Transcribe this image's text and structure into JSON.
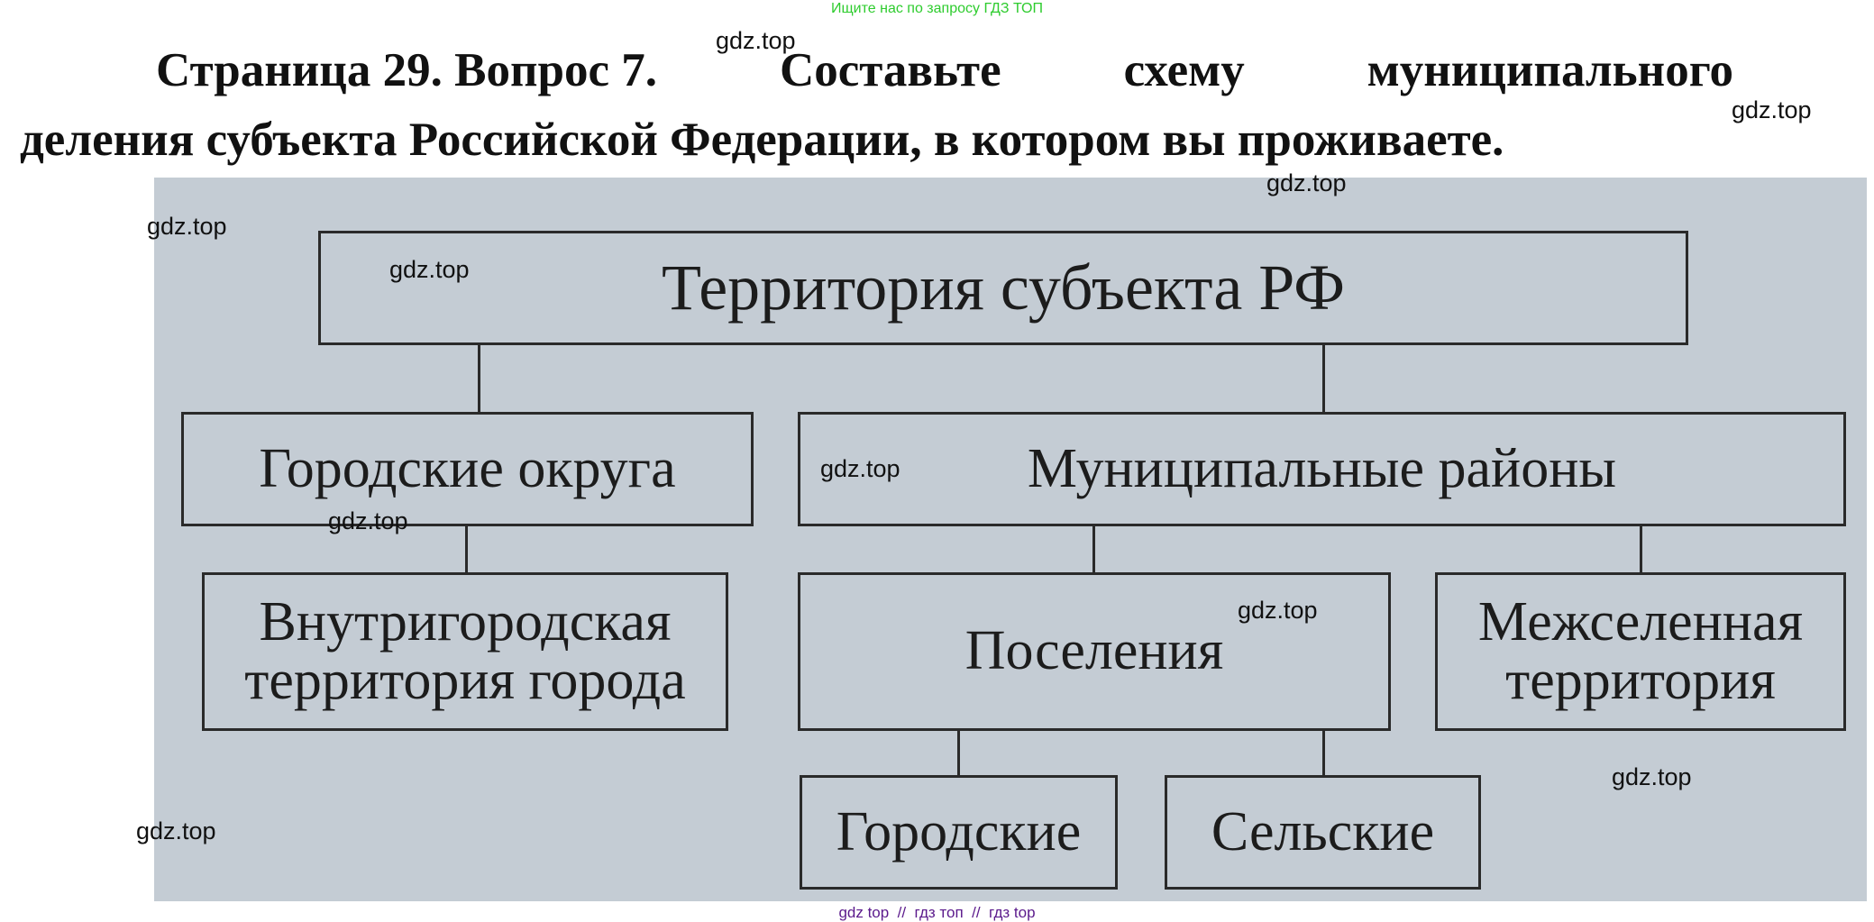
{
  "top_note": "Ищите нас по запросу ГДЗ ТОП",
  "title": {
    "line1_parts": [
      "Страница 29. Вопрос 7.",
      "Составьте",
      "схему",
      "муниципального"
    ],
    "line2": "деления субъекта Российской Федерации, в котором вы проживаете."
  },
  "diagram": {
    "root": "Территория субъекта РФ",
    "city_districts": "Городские округа",
    "intracity": "Внутригородская территория города",
    "municipal_districts": "Муниципальные районы",
    "settlements": "Поселения",
    "inter_settlement": "Межселенная территория",
    "urban": "Городские",
    "rural": "Сельские"
  },
  "watermark": "gdz.top",
  "footer": "gdz top  //  гдз топ  //  гдз top"
}
